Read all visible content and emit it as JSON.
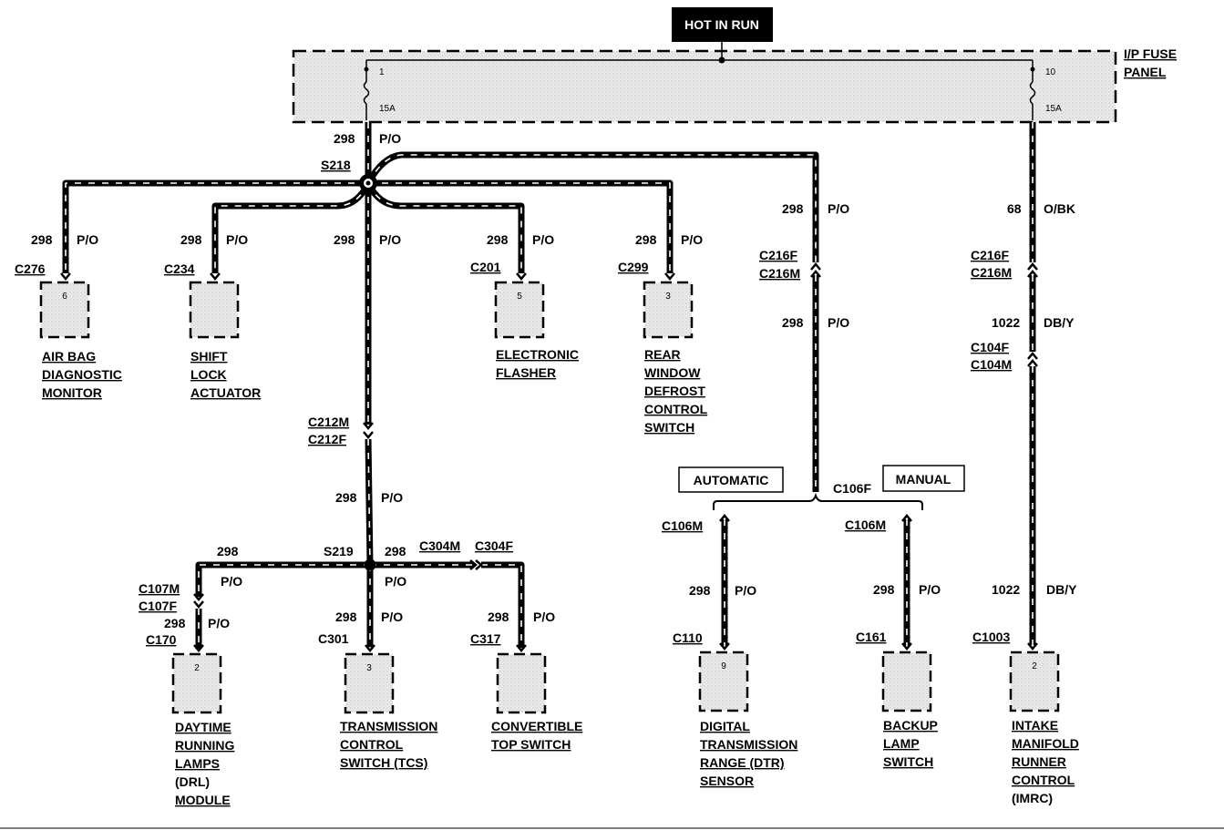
{
  "header": {
    "hot_in_run": "HOT IN RUN",
    "fuse_panel_line1": "I/P FUSE",
    "fuse_panel_line2": "PANEL"
  },
  "fuses": [
    {
      "num": "1",
      "rating": "15A"
    },
    {
      "num": "10",
      "rating": "15A"
    }
  ],
  "splices": {
    "s218": "S218",
    "s219": "S219"
  },
  "wires": {
    "circuit_298": "298",
    "color_po": "P/O",
    "circuit_68": "68",
    "color_obk": "O/BK",
    "circuit_1022": "1022",
    "color_dby": "DB/Y"
  },
  "connectors": {
    "c276": "C276",
    "c234": "C234",
    "c201": "C201",
    "c299": "C299",
    "c212m": "C212M",
    "c212f": "C212F",
    "c216f": "C216F",
    "c216m": "C216M",
    "c104f": "C104F",
    "c104m": "C104M",
    "c106f": "C106F",
    "c106m": "C106M",
    "c107m": "C107M",
    "c107f": "C107F",
    "c170": "C170",
    "c301": "C301",
    "c304m": "C304M",
    "c304f": "C304F",
    "c317": "C317",
    "c110": "C110",
    "c161": "C161",
    "c1003": "C1003"
  },
  "selectors": {
    "automatic": "AUTOMATIC",
    "manual": "MANUAL"
  },
  "components": {
    "air_bag": {
      "pin": "6",
      "lines": [
        "AIR BAG",
        "DIAGNOSTIC",
        "MONITOR"
      ]
    },
    "shift_lock": {
      "pin": "",
      "lines": [
        "SHIFT",
        "LOCK",
        "ACTUATOR"
      ]
    },
    "flasher": {
      "pin": "5",
      "lines": [
        "ELECTRONIC",
        "FLASHER"
      ]
    },
    "rear_defrost": {
      "pin": "3",
      "lines": [
        "REAR",
        "WINDOW",
        "DEFROST",
        "CONTROL",
        "SWITCH"
      ]
    },
    "drl": {
      "pin": "2",
      "lines": [
        "DAYTIME",
        "RUNNING",
        "LAMPS",
        "(DRL)",
        "MODULE"
      ]
    },
    "tcs": {
      "pin": "3",
      "lines": [
        "TRANSMISSION",
        "CONTROL",
        "SWITCH (TCS)"
      ]
    },
    "convertible": {
      "pin": "",
      "lines": [
        "CONVERTIBLE",
        "TOP SWITCH"
      ]
    },
    "dtr": {
      "pin": "9",
      "lines": [
        "DIGITAL",
        "TRANSMISSION",
        "RANGE (DTR)",
        "SENSOR"
      ]
    },
    "backup": {
      "pin": "",
      "lines": [
        "BACKUP",
        "LAMP",
        "SWITCH"
      ]
    },
    "imrc": {
      "pin": "2",
      "lines": [
        "INTAKE",
        "MANIFOLD",
        "RUNNER",
        "CONTROL",
        "(IMRC)"
      ]
    }
  },
  "colors": {
    "wire": "#000000",
    "stripe": "#ffffff",
    "fill": "#e8e8e8",
    "label_bg": "#000000"
  }
}
